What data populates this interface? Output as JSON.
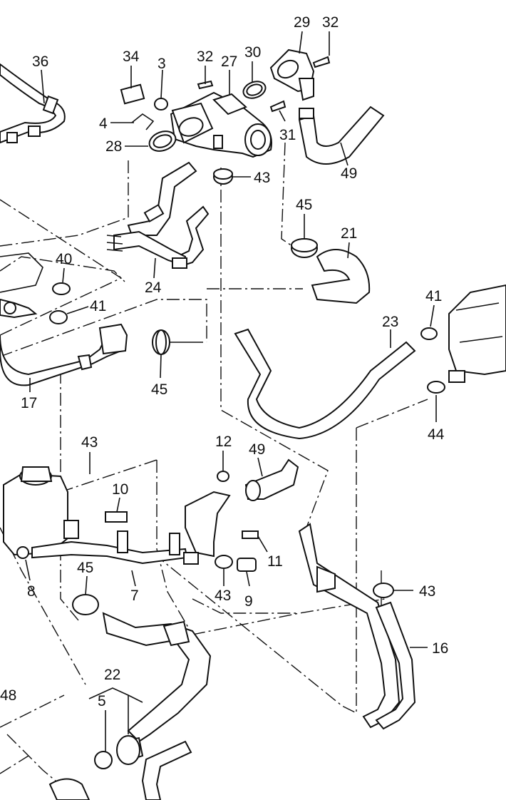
{
  "callouts": {
    "n36": "36",
    "n34": "34",
    "n3": "3",
    "n32a": "32",
    "n27": "27",
    "n30": "30",
    "n29": "29",
    "n32b": "32",
    "n4": "4",
    "n28": "28",
    "n31": "31",
    "n49a": "49",
    "n43a": "43",
    "n45a": "45",
    "n21": "21",
    "n24": "24",
    "n40": "40",
    "n41a": "41",
    "n41b": "41",
    "n23": "23",
    "n17": "17",
    "n45b": "45",
    "n44": "44",
    "n43b": "43",
    "n12": "12",
    "n49b": "49",
    "n10": "10",
    "n11": "11",
    "n45c": "45",
    "n43c": "43",
    "n9": "9",
    "n7": "7",
    "n8": "8",
    "n43d": "43",
    "n16": "16",
    "n22": "22",
    "n5": "5",
    "n48": "48"
  }
}
